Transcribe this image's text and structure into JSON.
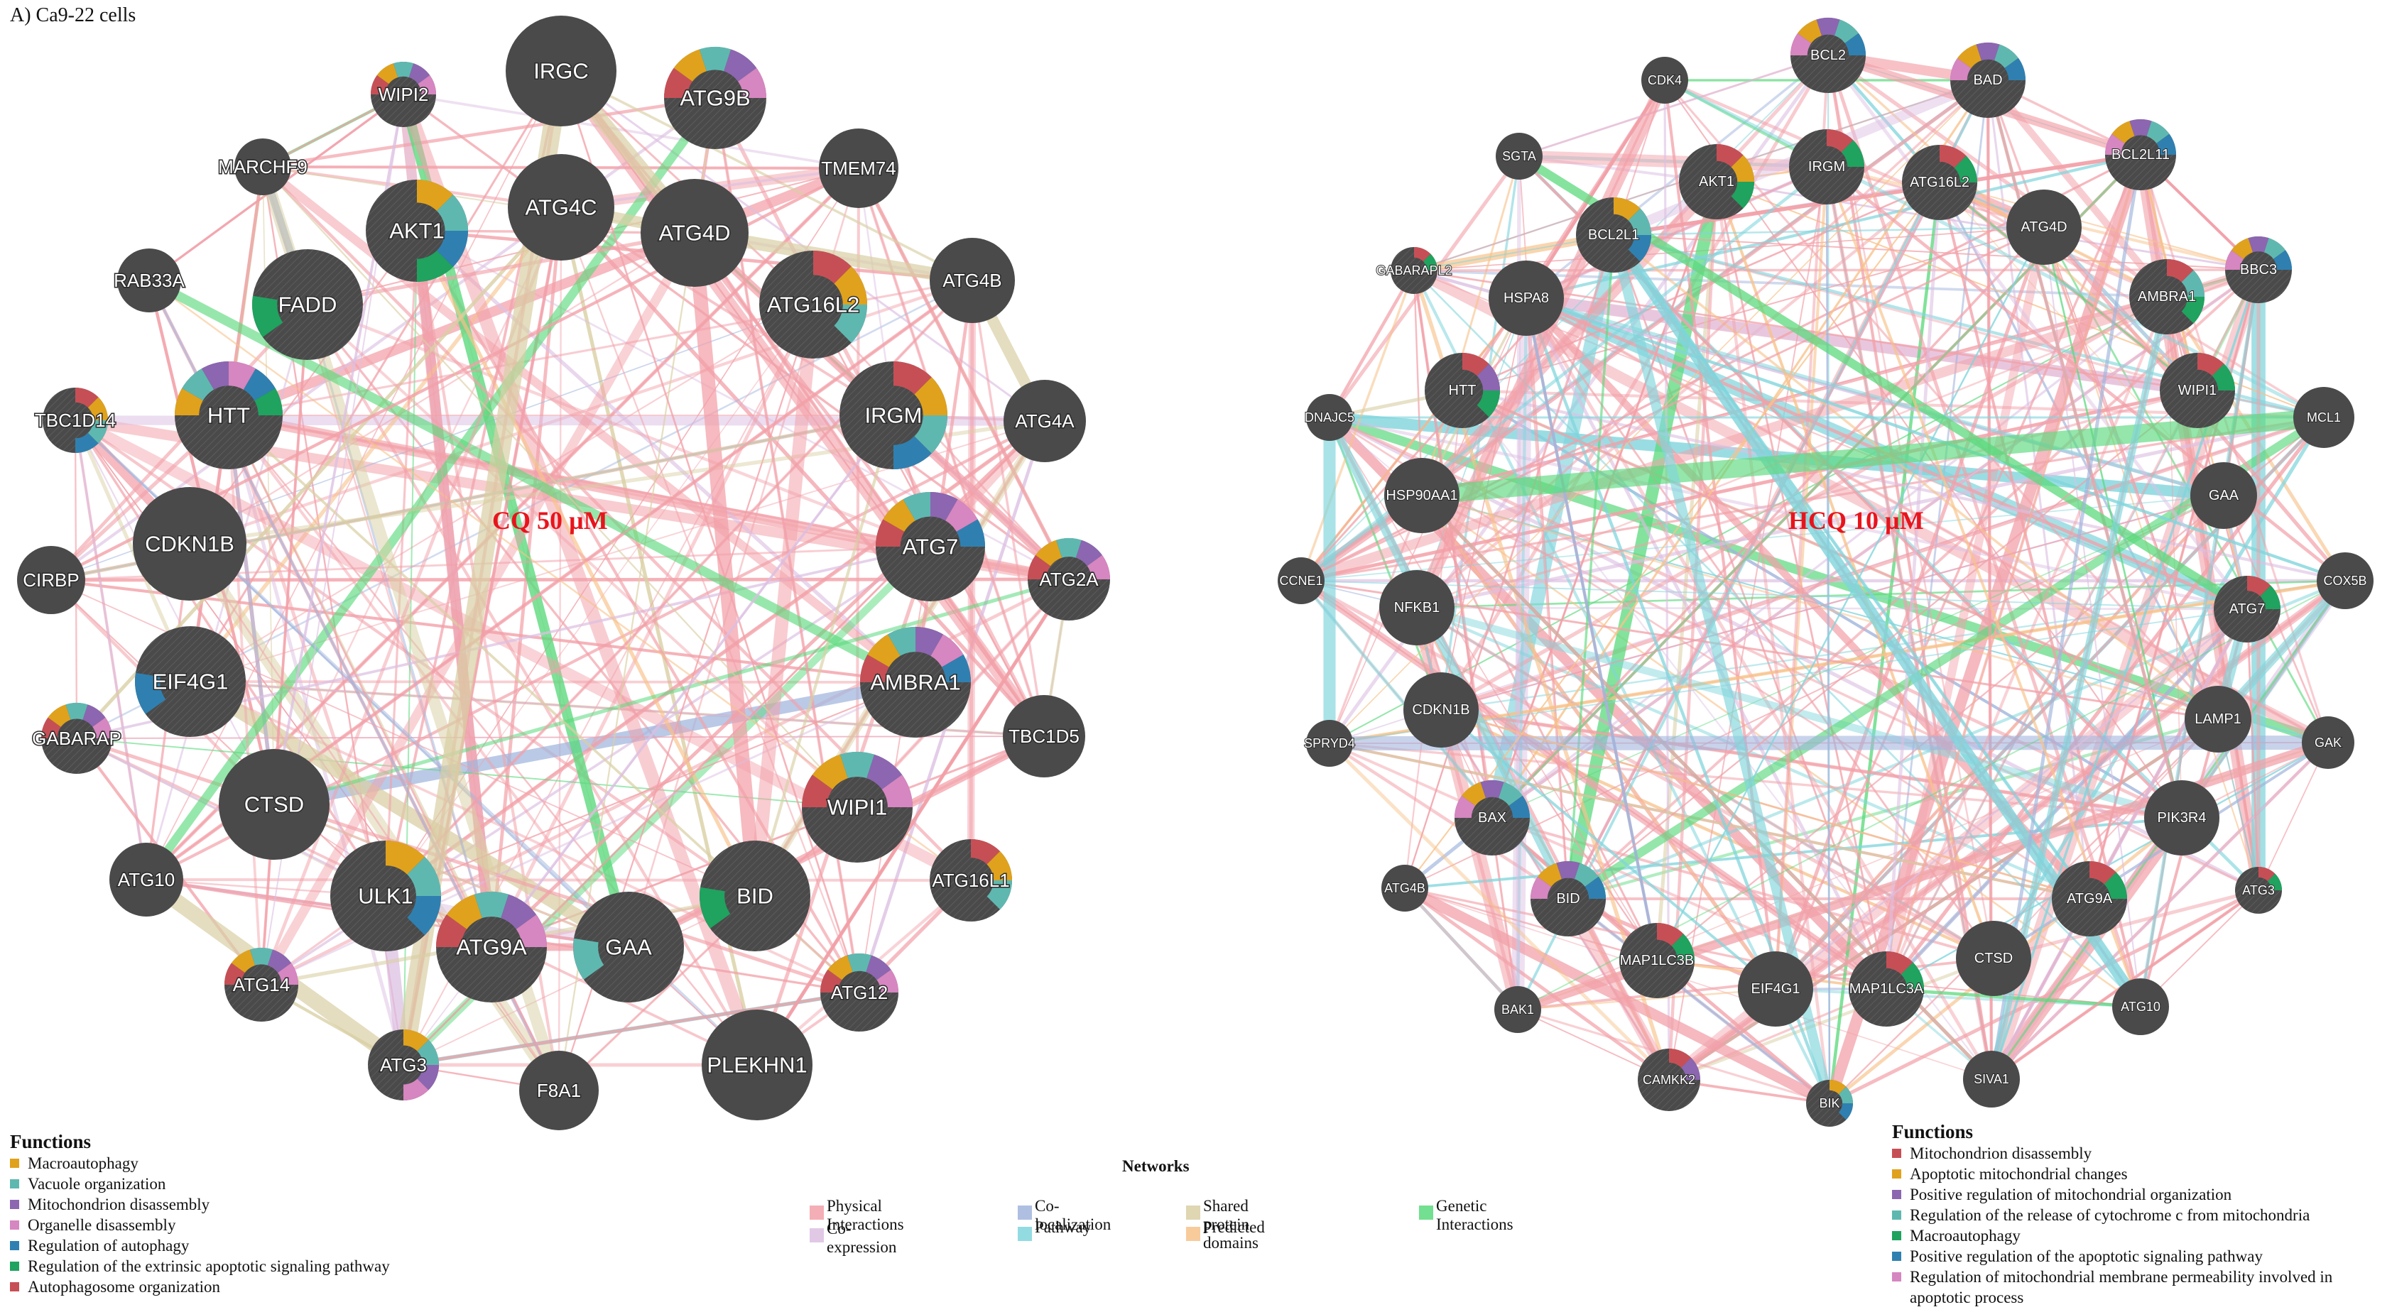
{
  "panel_label": "A) Ca9-22 cells",
  "left_network": {
    "title": "CQ 50 µM",
    "function_legend_title": "Functions",
    "functions": [
      {
        "label": "Macroautophagy",
        "color": "#e0a21c"
      },
      {
        "label": "Vacuole organization",
        "color": "#5fb8b0"
      },
      {
        "label": "Mitochondrion disassembly",
        "color": "#8c66b0"
      },
      {
        "label": "Organelle disassembly",
        "color": "#d686c0"
      },
      {
        "label": "Regulation of autophagy",
        "color": "#2f80b0"
      },
      {
        "label": "Regulation of the extrinsic apoptotic signaling pathway",
        "color": "#1fa35f"
      },
      {
        "label": "Autophagosome organization",
        "color": "#c64f56"
      }
    ],
    "nodes": [
      {
        "label": "IRGC",
        "functions": []
      },
      {
        "label": "ATG9B",
        "functions": [
          "#c64f56",
          "#e0a21c",
          "#5fb8b0",
          "#8c66b0",
          "#d686c0"
        ]
      },
      {
        "label": "WIPI2",
        "functions": [
          "#c64f56",
          "#e0a21c",
          "#5fb8b0",
          "#8c66b0",
          "#d686c0"
        ]
      },
      {
        "label": "MARCHF9",
        "functions": []
      },
      {
        "label": "TMEM74",
        "functions": []
      },
      {
        "label": "ATG4C",
        "functions": []
      },
      {
        "label": "ATG4D",
        "functions": []
      },
      {
        "label": "AKT1",
        "functions": [
          "#e0a21c",
          "#5fb8b0",
          "#2f80b0",
          "#1fa35f"
        ]
      },
      {
        "label": "ATG4B",
        "functions": []
      },
      {
        "label": "RAB33A",
        "functions": []
      },
      {
        "label": "FADD",
        "functions": [
          "#1fa35f"
        ]
      },
      {
        "label": "ATG16L2",
        "functions": [
          "#c64f56",
          "#e0a21c",
          "#5fb8b0"
        ]
      },
      {
        "label": "HTT",
        "functions": [
          "#e0a21c",
          "#5fb8b0",
          "#8c66b0",
          "#d686c0",
          "#2f80b0",
          "#1fa35f"
        ]
      },
      {
        "label": "IRGM",
        "functions": [
          "#c64f56",
          "#e0a21c",
          "#5fb8b0",
          "#2f80b0"
        ]
      },
      {
        "label": "ATG4A",
        "functions": []
      },
      {
        "label": "TBC1D14",
        "functions": [
          "#c64f56",
          "#e0a21c",
          "#5fb8b0",
          "#2f80b0"
        ]
      },
      {
        "label": "CDKN1B",
        "functions": []
      },
      {
        "label": "ATG7",
        "functions": [
          "#c64f56",
          "#e0a21c",
          "#5fb8b0",
          "#8c66b0",
          "#d686c0",
          "#2f80b0"
        ]
      },
      {
        "label": "CIRBP",
        "functions": []
      },
      {
        "label": "ATG2A",
        "functions": [
          "#c64f56",
          "#e0a21c",
          "#5fb8b0",
          "#8c66b0",
          "#d686c0"
        ]
      },
      {
        "label": "EIF4G1",
        "functions": [
          "#2f80b0"
        ]
      },
      {
        "label": "AMBRA1",
        "functions": [
          "#c64f56",
          "#e0a21c",
          "#5fb8b0",
          "#8c66b0",
          "#d686c0",
          "#2f80b0"
        ]
      },
      {
        "label": "GABARAP",
        "functions": [
          "#c64f56",
          "#e0a21c",
          "#5fb8b0",
          "#8c66b0",
          "#d686c0"
        ]
      },
      {
        "label": "TBC1D5",
        "functions": []
      },
      {
        "label": "CTSD",
        "functions": []
      },
      {
        "label": "WIPI1",
        "functions": [
          "#c64f56",
          "#e0a21c",
          "#5fb8b0",
          "#8c66b0",
          "#d686c0"
        ]
      },
      {
        "label": "ATG10",
        "functions": []
      },
      {
        "label": "ULK1",
        "functions": [
          "#e0a21c",
          "#5fb8b0",
          "#2f80b0"
        ]
      },
      {
        "label": "BID",
        "functions": [
          "#1fa35f"
        ]
      },
      {
        "label": "ATG16L1",
        "functions": [
          "#c64f56",
          "#e0a21c",
          "#5fb8b0"
        ]
      },
      {
        "label": "ATG9A",
        "functions": [
          "#c64f56",
          "#e0a21c",
          "#5fb8b0",
          "#8c66b0",
          "#d686c0"
        ]
      },
      {
        "label": "GAA",
        "functions": [
          "#5fb8b0"
        ]
      },
      {
        "label": "ATG14",
        "functions": [
          "#c64f56",
          "#e0a21c",
          "#5fb8b0",
          "#8c66b0",
          "#d686c0"
        ]
      },
      {
        "label": "ATG12",
        "functions": [
          "#c64f56",
          "#e0a21c",
          "#5fb8b0",
          "#8c66b0",
          "#d686c0"
        ]
      },
      {
        "label": "ATG3",
        "functions": [
          "#e0a21c",
          "#5fb8b0",
          "#8c66b0",
          "#d686c0"
        ]
      },
      {
        "label": "F8A1",
        "functions": []
      },
      {
        "label": "PLEKHN1",
        "functions": []
      }
    ]
  },
  "right_network": {
    "title": "HCQ 10 µM",
    "function_legend_title": "Functions",
    "functions": [
      {
        "label": "Mitochondrion disassembly",
        "color": "#c64f56"
      },
      {
        "label": "Apoptotic mitochondrial changes",
        "color": "#e0a21c"
      },
      {
        "label": "Positive regulation of mitochondrial organization",
        "color": "#8c66b0"
      },
      {
        "label": "Regulation of the release of cytochrome c from mitochondria",
        "color": "#5fb8b0"
      },
      {
        "label": "Macroautophagy",
        "color": "#1fa35f"
      },
      {
        "label": "Positive regulation of the apoptotic signaling pathway",
        "color": "#2f80b0"
      },
      {
        "label": "Regulation of mitochondrial membrane permeability involved in",
        "color": "#d686c0"
      },
      {
        "label": "apoptotic process",
        "color": ""
      }
    ],
    "nodes": [
      {
        "label": "BCL2",
        "functions": [
          "#d686c0",
          "#e0a21c",
          "#8c66b0",
          "#5fb8b0",
          "#2f80b0"
        ]
      },
      {
        "label": "BAD",
        "functions": [
          "#d686c0",
          "#e0a21c",
          "#8c66b0",
          "#5fb8b0",
          "#2f80b0"
        ]
      },
      {
        "label": "CDK4",
        "functions": []
      },
      {
        "label": "BCL2L11",
        "functions": [
          "#d686c0",
          "#e0a21c",
          "#8c66b0",
          "#5fb8b0",
          "#2f80b0"
        ]
      },
      {
        "label": "SGTA",
        "functions": []
      },
      {
        "label": "AKT1",
        "functions": [
          "#c64f56",
          "#e0a21c",
          "#1fa35f"
        ]
      },
      {
        "label": "IRGM",
        "functions": [
          "#c64f56",
          "#1fa35f"
        ]
      },
      {
        "label": "ATG16L2",
        "functions": [
          "#c64f56",
          "#1fa35f"
        ]
      },
      {
        "label": "BCL2L1",
        "functions": [
          "#e0a21c",
          "#5fb8b0",
          "#2f80b0"
        ]
      },
      {
        "label": "ATG4D",
        "functions": []
      },
      {
        "label": "BBC3",
        "functions": [
          "#d686c0",
          "#e0a21c",
          "#8c66b0",
          "#5fb8b0",
          "#2f80b0"
        ]
      },
      {
        "label": "GABARAPL2",
        "functions": [
          "#c64f56",
          "#1fa35f"
        ]
      },
      {
        "label": "AMBRA1",
        "functions": [
          "#c64f56",
          "#5fb8b0",
          "#1fa35f"
        ]
      },
      {
        "label": "HSPA8",
        "functions": []
      },
      {
        "label": "HTT",
        "functions": [
          "#c64f56",
          "#8c66b0",
          "#1fa35f"
        ]
      },
      {
        "label": "WIPI1",
        "functions": [
          "#c64f56",
          "#1fa35f"
        ]
      },
      {
        "label": "DNAJC5",
        "functions": []
      },
      {
        "label": "MCL1",
        "functions": []
      },
      {
        "label": "HSP90AA1",
        "functions": []
      },
      {
        "label": "GAA",
        "functions": []
      },
      {
        "label": "CCNE1",
        "functions": []
      },
      {
        "label": "COX5B",
        "functions": []
      },
      {
        "label": "NFKB1",
        "functions": []
      },
      {
        "label": "ATG7",
        "functions": [
          "#c64f56",
          "#1fa35f"
        ]
      },
      {
        "label": "SPRYD4",
        "functions": []
      },
      {
        "label": "CDKN1B",
        "functions": []
      },
      {
        "label": "LAMP1",
        "functions": []
      },
      {
        "label": "GAK",
        "functions": []
      },
      {
        "label": "BAX",
        "functions": [
          "#d686c0",
          "#e0a21c",
          "#8c66b0",
          "#5fb8b0",
          "#2f80b0"
        ]
      },
      {
        "label": "PIK3R4",
        "functions": []
      },
      {
        "label": "ATG4B",
        "functions": []
      },
      {
        "label": "BID",
        "functions": [
          "#d686c0",
          "#e0a21c",
          "#8c66b0",
          "#5fb8b0",
          "#2f80b0"
        ]
      },
      {
        "label": "ATG9A",
        "functions": [
          "#c64f56",
          "#1fa35f"
        ]
      },
      {
        "label": "ATG3",
        "functions": [
          "#c64f56",
          "#1fa35f"
        ]
      },
      {
        "label": "MAP1LC3B",
        "functions": [
          "#c64f56",
          "#1fa35f"
        ]
      },
      {
        "label": "CTSD",
        "functions": []
      },
      {
        "label": "EIF4G1",
        "functions": []
      },
      {
        "label": "MAP1LC3A",
        "functions": [
          "#c64f56",
          "#1fa35f"
        ]
      },
      {
        "label": "BAK1",
        "functions": []
      },
      {
        "label": "ATG10",
        "functions": []
      },
      {
        "label": "CAMKK2",
        "functions": [
          "#c64f56",
          "#8c66b0"
        ]
      },
      {
        "label": "BIK",
        "functions": [
          "#e0a21c",
          "#5fb8b0",
          "#2f80b0"
        ]
      },
      {
        "label": "SIVA1",
        "functions": []
      }
    ]
  },
  "networks_legend": {
    "title": "Networks",
    "items": [
      {
        "label": "Physical Interactions",
        "color": "#f2a0a8"
      },
      {
        "label": "Co-expression",
        "color": "#dcbfe2"
      },
      {
        "label": "Co-localization",
        "color": "#a0b4dc"
      },
      {
        "label": "Pathway",
        "color": "#7fd5dc"
      },
      {
        "label": "Shared protein domains",
        "color": "#d9cfa4"
      },
      {
        "label": "Predicted",
        "color": "#f7c28a"
      },
      {
        "label": "Genetic Interactions",
        "color": "#5ad97c"
      }
    ]
  },
  "style": {
    "node_fill": "#4a4a4a",
    "label_color": "#ffffff",
    "title_color": "#e8141c"
  }
}
